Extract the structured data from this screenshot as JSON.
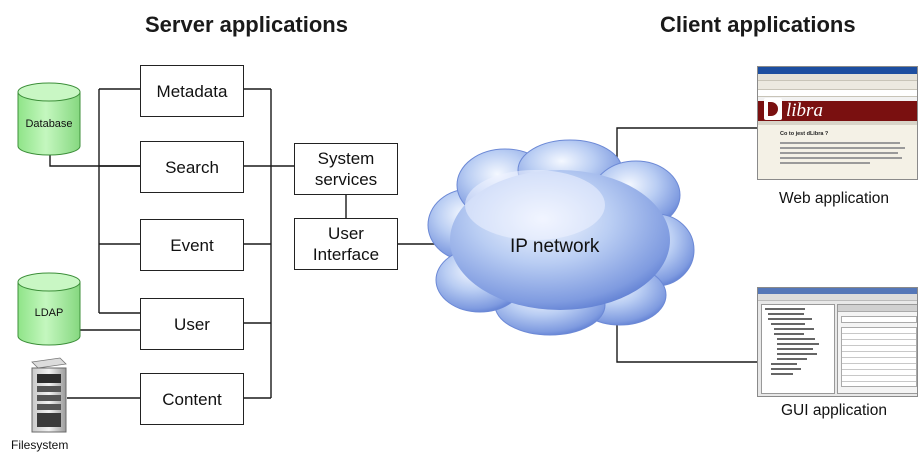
{
  "headings": {
    "server": "Server applications",
    "client": "Client applications"
  },
  "stores": {
    "database": "Database",
    "ldap": "LDAP",
    "filesystem": "Filesystem"
  },
  "modules": {
    "metadata": "Metadata",
    "search": "Search",
    "event": "Event",
    "user": "User",
    "content": "Content"
  },
  "services": {
    "system_line1": "System",
    "system_line2": "services",
    "ui_line1": "User",
    "ui_line2": "Interface"
  },
  "network": {
    "label": "IP network"
  },
  "clients": {
    "web_caption": "Web application",
    "gui_caption": "GUI application",
    "web_logo": "libra",
    "web_heading": "Co to jest dLibra ?"
  },
  "colors": {
    "cylinder_fill": "#a6f0a0",
    "cylinder_stroke": "#3d8f3a",
    "cloud_light": "#dfe9fb",
    "cloud_dark": "#5a7ad0",
    "web_banner": "#7a1010",
    "gui_titlebar": "#5577b8"
  }
}
